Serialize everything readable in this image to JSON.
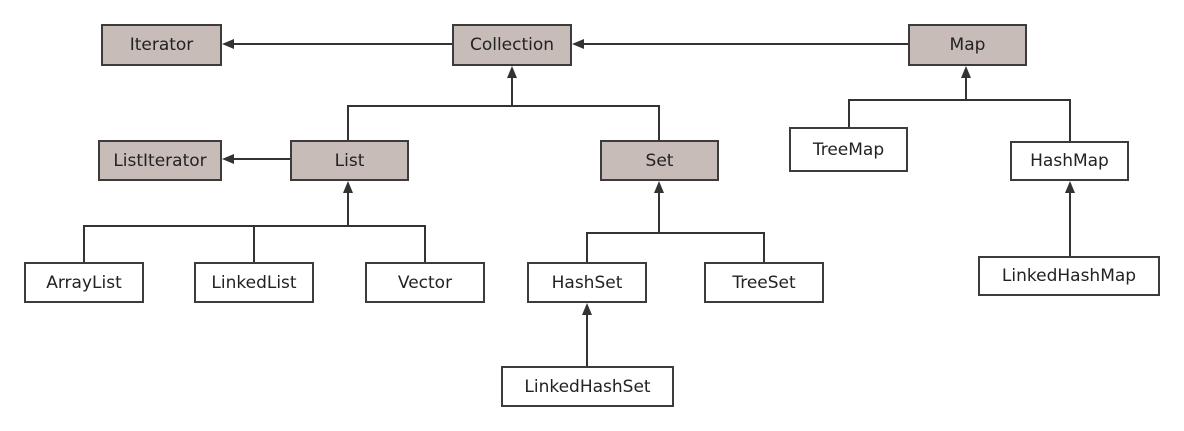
{
  "colors": {
    "interface_fill": "#c8bcb8",
    "class_fill": "#ffffff",
    "border": "#3c3c3c",
    "line": "#333333"
  },
  "nodes": {
    "iterator": {
      "label": "Iterator",
      "kind": "interface"
    },
    "collection": {
      "label": "Collection",
      "kind": "interface"
    },
    "map": {
      "label": "Map",
      "kind": "interface"
    },
    "listiterator": {
      "label": "ListIterator",
      "kind": "interface"
    },
    "list": {
      "label": "List",
      "kind": "interface"
    },
    "set": {
      "label": "Set",
      "kind": "interface"
    },
    "treemap": {
      "label": "TreeMap",
      "kind": "class"
    },
    "hashmap": {
      "label": "HashMap",
      "kind": "class"
    },
    "arraylist": {
      "label": "ArrayList",
      "kind": "class"
    },
    "linkedlist": {
      "label": "LinkedList",
      "kind": "class"
    },
    "vector": {
      "label": "Vector",
      "kind": "class"
    },
    "hashset": {
      "label": "HashSet",
      "kind": "class"
    },
    "treeset": {
      "label": "TreeSet",
      "kind": "class"
    },
    "linkedhashmap": {
      "label": "LinkedHashMap",
      "kind": "class"
    },
    "linkedhashset": {
      "label": "LinkedHashSet",
      "kind": "class"
    }
  },
  "edges": [
    {
      "from": "collection",
      "to": "iterator"
    },
    {
      "from": "map",
      "to": "collection"
    },
    {
      "from": "list",
      "to": "listiterator"
    },
    {
      "from": "list",
      "to": "collection"
    },
    {
      "from": "set",
      "to": "collection"
    },
    {
      "from": "arraylist",
      "to": "list"
    },
    {
      "from": "linkedlist",
      "to": "list"
    },
    {
      "from": "vector",
      "to": "list"
    },
    {
      "from": "hashset",
      "to": "set"
    },
    {
      "from": "treeset",
      "to": "set"
    },
    {
      "from": "linkedhashset",
      "to": "hashset"
    },
    {
      "from": "treemap",
      "to": "map"
    },
    {
      "from": "hashmap",
      "to": "map"
    },
    {
      "from": "linkedhashmap",
      "to": "hashmap"
    }
  ]
}
